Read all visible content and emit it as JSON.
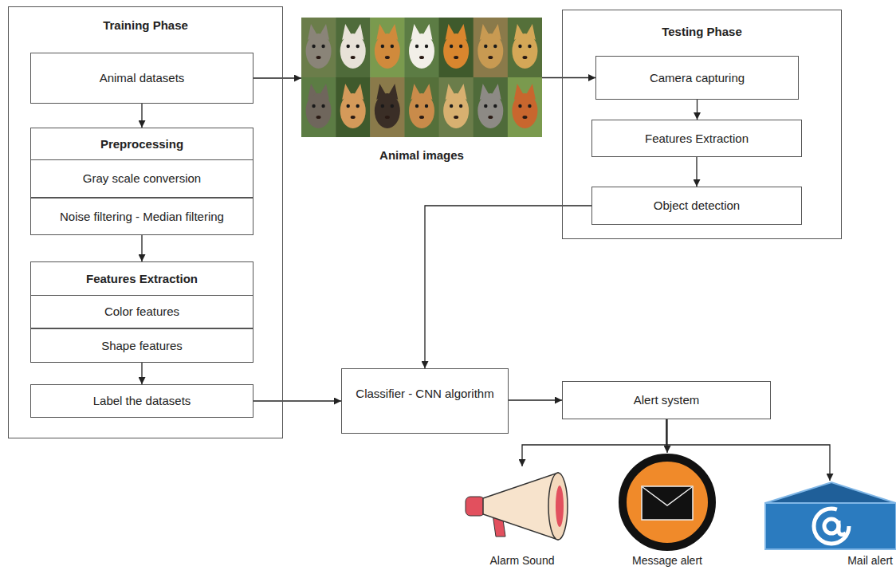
{
  "diagram": {
    "nodes": [
      {
        "text": [
          "Training Phase"
        ]
      },
      {
        "text": [
          "Animal datasets"
        ],
        "in": 0
      },
      {
        "text": [
          "Preprocessing"
        ],
        "in": 0
      },
      {
        "text": [
          "Gray scale conversion"
        ],
        "in": 2
      },
      {
        "text": [
          "Noise filtering - Median filtering"
        ],
        "in": 2
      },
      {
        "text": [
          "Features Extraction"
        ],
        "in": 0
      },
      {
        "text": [
          "Color features"
        ],
        "in": 5
      },
      {
        "text": [
          "Shape features"
        ],
        "in": 5
      },
      {
        "text": [
          "Label the datasets"
        ],
        "in": 0
      },
      {
        "text": [
          "Animal images"
        ]
      },
      {
        "text": [
          "Testing Phase"
        ]
      },
      {
        "text": [
          "Camera capturing"
        ],
        "in": 10
      },
      {
        "text": [
          "Features Extraction"
        ],
        "in": 10
      },
      {
        "text": [
          "Object detection"
        ],
        "in": 10
      },
      {
        "text": [
          "Classifier - CNN algorithm"
        ]
      },
      {
        "text": [
          "Alert system"
        ]
      },
      {
        "text": [
          "Alarm Sound"
        ]
      },
      {
        "text": [
          "Message alert"
        ]
      },
      {
        "text": [
          "Mail alert"
        ]
      }
    ],
    "edges": [
      {
        "from": 1,
        "to": 9,
        "arrow": "to"
      },
      {
        "from": 9,
        "to": 11,
        "arrow": "to"
      },
      {
        "from": 1,
        "to": 2,
        "arrow": "to"
      },
      {
        "from": 2,
        "to": 5,
        "arrow": "to"
      },
      {
        "from": 5,
        "to": 8,
        "arrow": "to"
      },
      {
        "from": 11,
        "to": 12,
        "arrow": "to"
      },
      {
        "from": 12,
        "to": 13,
        "arrow": "to"
      },
      {
        "from": 13,
        "to": 14,
        "arrow": "to"
      },
      {
        "from": 8,
        "to": 14,
        "arrow": "to"
      },
      {
        "from": 14,
        "to": 15,
        "arrow": "to"
      },
      {
        "from": 15,
        "to": 16,
        "arrow": "to"
      },
      {
        "from": 15,
        "to": 17,
        "arrow": "to"
      },
      {
        "from": 15,
        "to": 18,
        "arrow": "to"
      }
    ]
  }
}
